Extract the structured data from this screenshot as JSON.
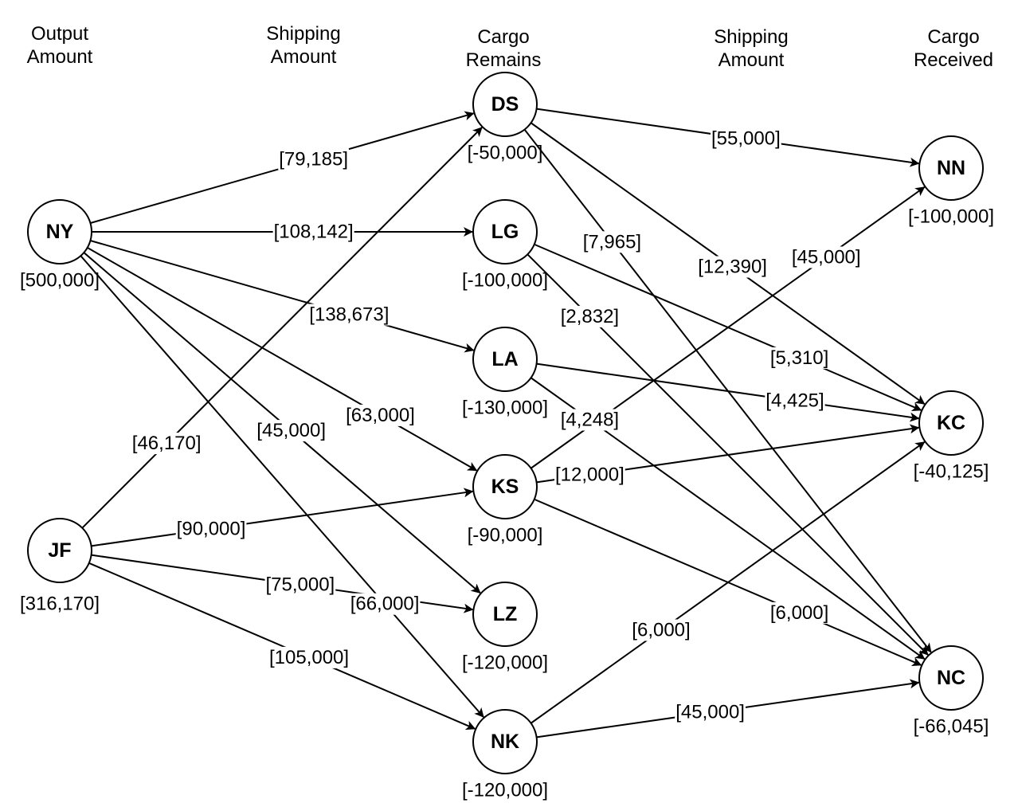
{
  "headers": {
    "output": [
      "Output",
      "Amount"
    ],
    "shipping1": [
      "Shipping",
      "Amount"
    ],
    "remains": [
      "Cargo",
      "Remains"
    ],
    "shipping2": [
      "Shipping",
      "Amount"
    ],
    "received": [
      "Cargo",
      "Received"
    ]
  },
  "nodes": [
    {
      "id": "NY",
      "label": "NY",
      "value": "[500,000]"
    },
    {
      "id": "JF",
      "label": "JF",
      "value": "[316,170]"
    },
    {
      "id": "DS",
      "label": "DS",
      "value": "[-50,000]"
    },
    {
      "id": "LG",
      "label": "LG",
      "value": "[-100,000]"
    },
    {
      "id": "LA",
      "label": "LA",
      "value": "[-130,000]"
    },
    {
      "id": "KS",
      "label": "KS",
      "value": "[-90,000]"
    },
    {
      "id": "LZ",
      "label": "LZ",
      "value": "[-120,000]"
    },
    {
      "id": "NK",
      "label": "NK",
      "value": "[-120,000]"
    },
    {
      "id": "NN",
      "label": "NN",
      "value": "[-100,000]"
    },
    {
      "id": "KC",
      "label": "KC",
      "value": "[-40,125]"
    },
    {
      "id": "NC",
      "label": "NC",
      "value": "[-66,045]"
    }
  ],
  "edges": [
    {
      "from": "NY",
      "to": "DS",
      "label": "[79,185]"
    },
    {
      "from": "NY",
      "to": "LG",
      "label": "[108,142]"
    },
    {
      "from": "NY",
      "to": "LA",
      "label": "[138,673]"
    },
    {
      "from": "NY",
      "to": "KS",
      "label": "[63,000]"
    },
    {
      "from": "NY",
      "to": "LZ",
      "label": "[45,000]"
    },
    {
      "from": "NY",
      "to": "NK",
      "label": "[66,000]"
    },
    {
      "from": "JF",
      "to": "DS",
      "label": "[46,170]"
    },
    {
      "from": "JF",
      "to": "KS",
      "label": "[90,000]"
    },
    {
      "from": "JF",
      "to": "LZ",
      "label": "[75,000]"
    },
    {
      "from": "JF",
      "to": "NK",
      "label": "[105,000]"
    },
    {
      "from": "DS",
      "to": "NN",
      "label": "[55,000]"
    },
    {
      "from": "DS",
      "to": "KC",
      "label": "[12,390]"
    },
    {
      "from": "DS",
      "to": "NC",
      "label": "[7,965]"
    },
    {
      "from": "LG",
      "to": "KC",
      "label": "[5,310]"
    },
    {
      "from": "LG",
      "to": "NC",
      "label": "[2,832]"
    },
    {
      "from": "LA",
      "to": "KC",
      "label": "[4,425]"
    },
    {
      "from": "LA",
      "to": "NC",
      "label": "[4,248]"
    },
    {
      "from": "KS",
      "to": "NN",
      "label": "[45,000]"
    },
    {
      "from": "KS",
      "to": "KC",
      "label": "[12,000]"
    },
    {
      "from": "KS",
      "to": "NC",
      "label": "[6,000]"
    },
    {
      "from": "NK",
      "to": "KC",
      "label": "[6,000]"
    },
    {
      "from": "NK",
      "to": "NC",
      "label": "[45,000]"
    }
  ]
}
